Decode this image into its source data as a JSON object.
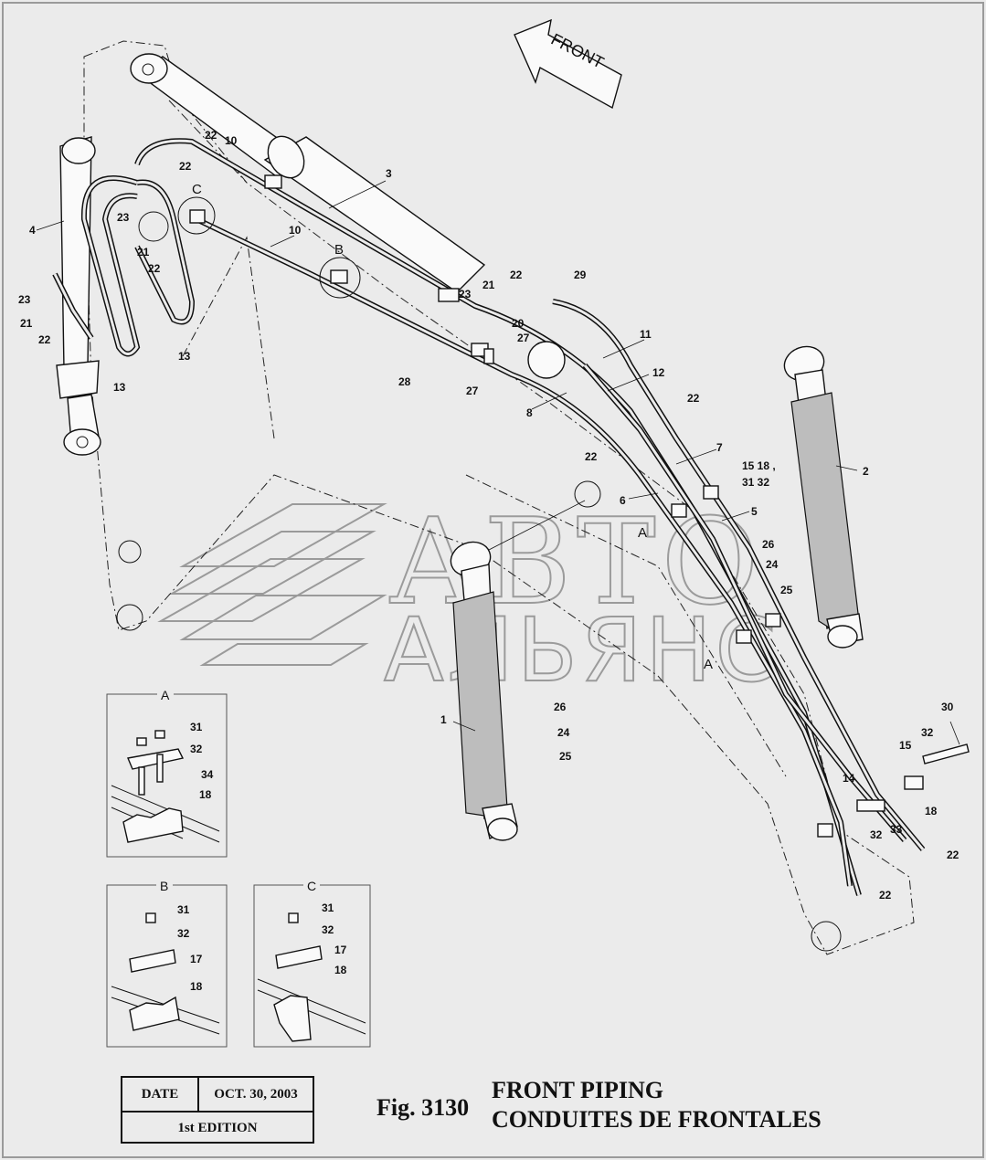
{
  "front_arrow_label": "FRONT",
  "watermark": {
    "line1": "АВТО",
    "line2": "АЛЬЯНС"
  },
  "part_labels": [
    {
      "id": "p3",
      "text": "3"
    },
    {
      "id": "p10a",
      "text": "10"
    },
    {
      "id": "p22a",
      "text": "22"
    },
    {
      "id": "p22b",
      "text": "22"
    },
    {
      "id": "pC",
      "text": "C"
    },
    {
      "id": "p4",
      "text": "4"
    },
    {
      "id": "p23a",
      "text": "23"
    },
    {
      "id": "p21a",
      "text": "21"
    },
    {
      "id": "p22c",
      "text": "22"
    },
    {
      "id": "p23b",
      "text": "23"
    },
    {
      "id": "p21b",
      "text": "21"
    },
    {
      "id": "p22d",
      "text": "22"
    },
    {
      "id": "p13a",
      "text": "13"
    },
    {
      "id": "p13b",
      "text": "13"
    },
    {
      "id": "p10b",
      "text": "10"
    },
    {
      "id": "pB",
      "text": "B"
    },
    {
      "id": "p22e",
      "text": "22"
    },
    {
      "id": "p21c",
      "text": "21"
    },
    {
      "id": "p23c",
      "text": "23"
    },
    {
      "id": "p29",
      "text": "29"
    },
    {
      "id": "p20",
      "text": "20"
    },
    {
      "id": "p27a",
      "text": "27"
    },
    {
      "id": "p11",
      "text": "11"
    },
    {
      "id": "p12",
      "text": "12"
    },
    {
      "id": "p28",
      "text": "28"
    },
    {
      "id": "p27b",
      "text": "27"
    },
    {
      "id": "p8",
      "text": "8"
    },
    {
      "id": "p22f",
      "text": "22"
    },
    {
      "id": "p7",
      "text": "7"
    },
    {
      "id": "p22g",
      "text": "22"
    },
    {
      "id": "p1518",
      "text": "15 18 ,"
    },
    {
      "id": "p3132",
      "text": "31 32"
    },
    {
      "id": "p2",
      "text": "2"
    },
    {
      "id": "p6",
      "text": "6"
    },
    {
      "id": "p5",
      "text": "5"
    },
    {
      "id": "pA1",
      "text": "A"
    },
    {
      "id": "p26a",
      "text": "26"
    },
    {
      "id": "p24a",
      "text": "24"
    },
    {
      "id": "p25a",
      "text": "25"
    },
    {
      "id": "pA2",
      "text": "A"
    },
    {
      "id": "p1",
      "text": "1"
    },
    {
      "id": "p26b",
      "text": "26"
    },
    {
      "id": "p24b",
      "text": "24"
    },
    {
      "id": "p25b",
      "text": "25"
    },
    {
      "id": "p30",
      "text": "30"
    },
    {
      "id": "p32a",
      "text": "32"
    },
    {
      "id": "p15",
      "text": "15"
    },
    {
      "id": "p14",
      "text": "14"
    },
    {
      "id": "p18",
      "text": "18"
    },
    {
      "id": "p32b",
      "text": "32"
    },
    {
      "id": "p33",
      "text": "33"
    },
    {
      "id": "p22h",
      "text": "22"
    },
    {
      "id": "p22i",
      "text": "22"
    }
  ],
  "insets": [
    {
      "title": "A",
      "labels": [
        "31",
        "32",
        "34",
        "18"
      ]
    },
    {
      "title": "B",
      "labels": [
        "31",
        "32",
        "17",
        "18"
      ]
    },
    {
      "title": "C",
      "labels": [
        "31",
        "32",
        "17",
        "18"
      ]
    }
  ],
  "title_block": {
    "date_label": "DATE",
    "date_value": "OCT. 30, 2003",
    "edition": "1st EDITION"
  },
  "figure": {
    "number": "Fig. 3130",
    "title_en": "FRONT PIPING",
    "title_fr": "CONDUITES DE FRONTALES"
  }
}
